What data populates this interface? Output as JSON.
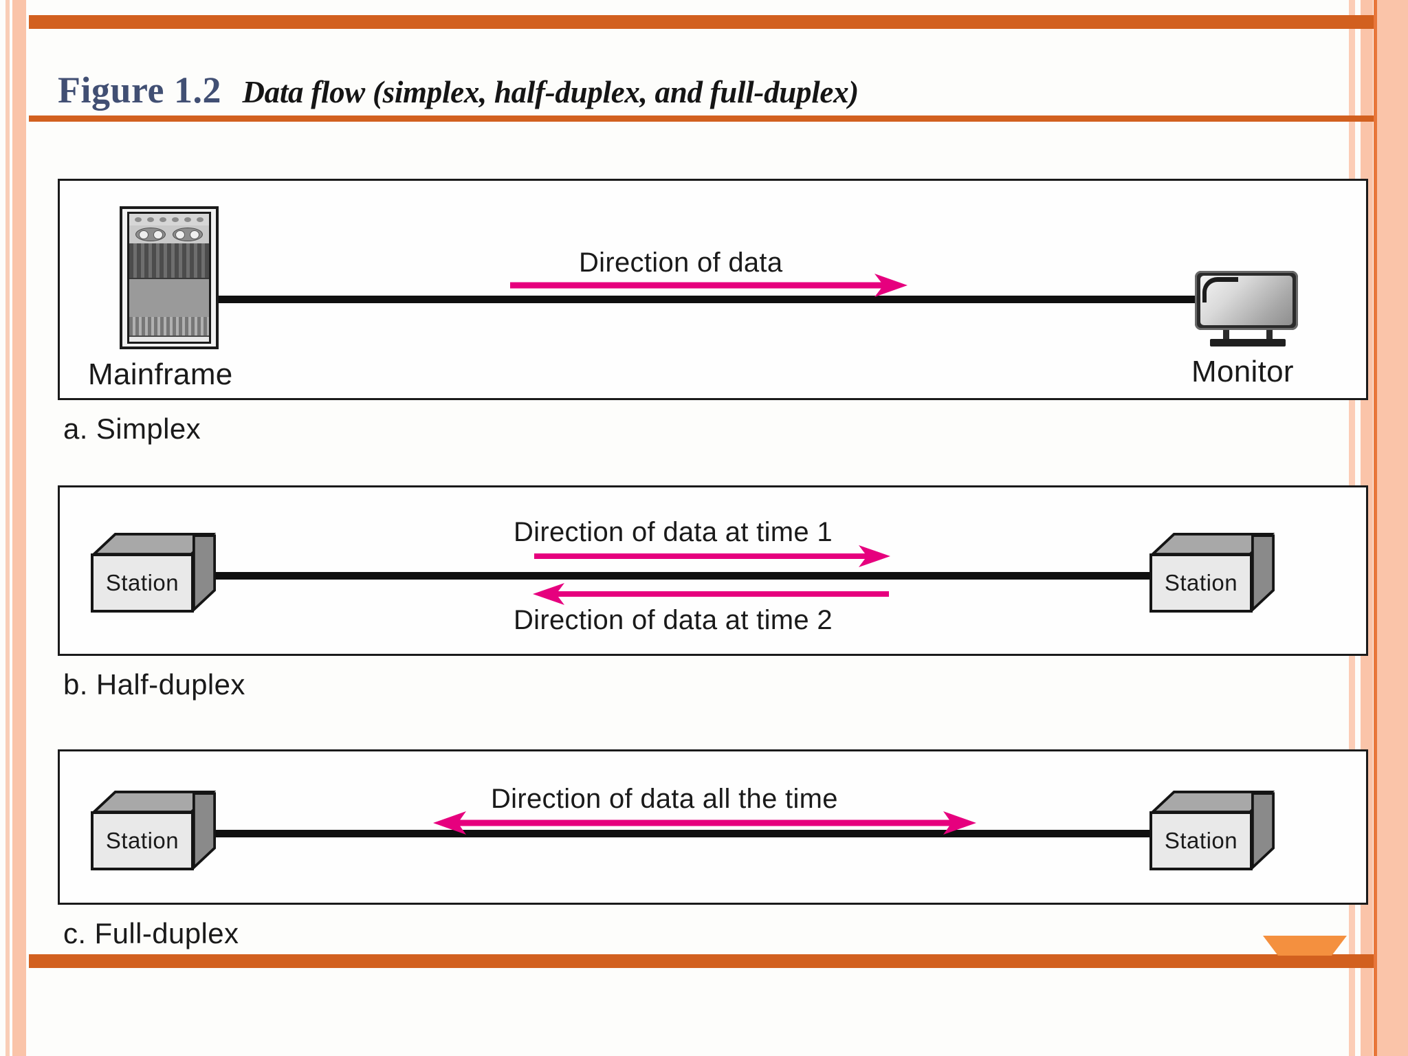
{
  "slide": {
    "accent_orange": "#d2601f",
    "accent_peach": "#fac4a9",
    "arrow_pink": "#e6007e",
    "title_blue": "#414f73"
  },
  "title": {
    "figure_label": "Figure 1.2",
    "caption": "Data flow (simplex, half-duplex, and full-duplex)"
  },
  "panels": [
    {
      "id": "simplex",
      "caption": "a. Simplex",
      "left_device": {
        "type": "mainframe-icon",
        "label": "Mainframe"
      },
      "right_device": {
        "type": "monitor-icon",
        "label": "Monitor"
      },
      "arrows": [
        {
          "label": "Direction of data",
          "direction": "right"
        }
      ]
    },
    {
      "id": "half-duplex",
      "caption": "b. Half-duplex",
      "left_device": {
        "type": "station-box-icon",
        "label": "Station"
      },
      "right_device": {
        "type": "station-box-icon",
        "label": "Station"
      },
      "arrows": [
        {
          "label": "Direction of data at time 1",
          "direction": "right"
        },
        {
          "label": "Direction of data at time 2",
          "direction": "left"
        }
      ]
    },
    {
      "id": "full-duplex",
      "caption": "c. Full-duplex",
      "left_device": {
        "type": "station-box-icon",
        "label": "Station"
      },
      "right_device": {
        "type": "station-box-icon",
        "label": "Station"
      },
      "arrows": [
        {
          "label": "Direction of data all the time",
          "direction": "both"
        }
      ]
    }
  ]
}
